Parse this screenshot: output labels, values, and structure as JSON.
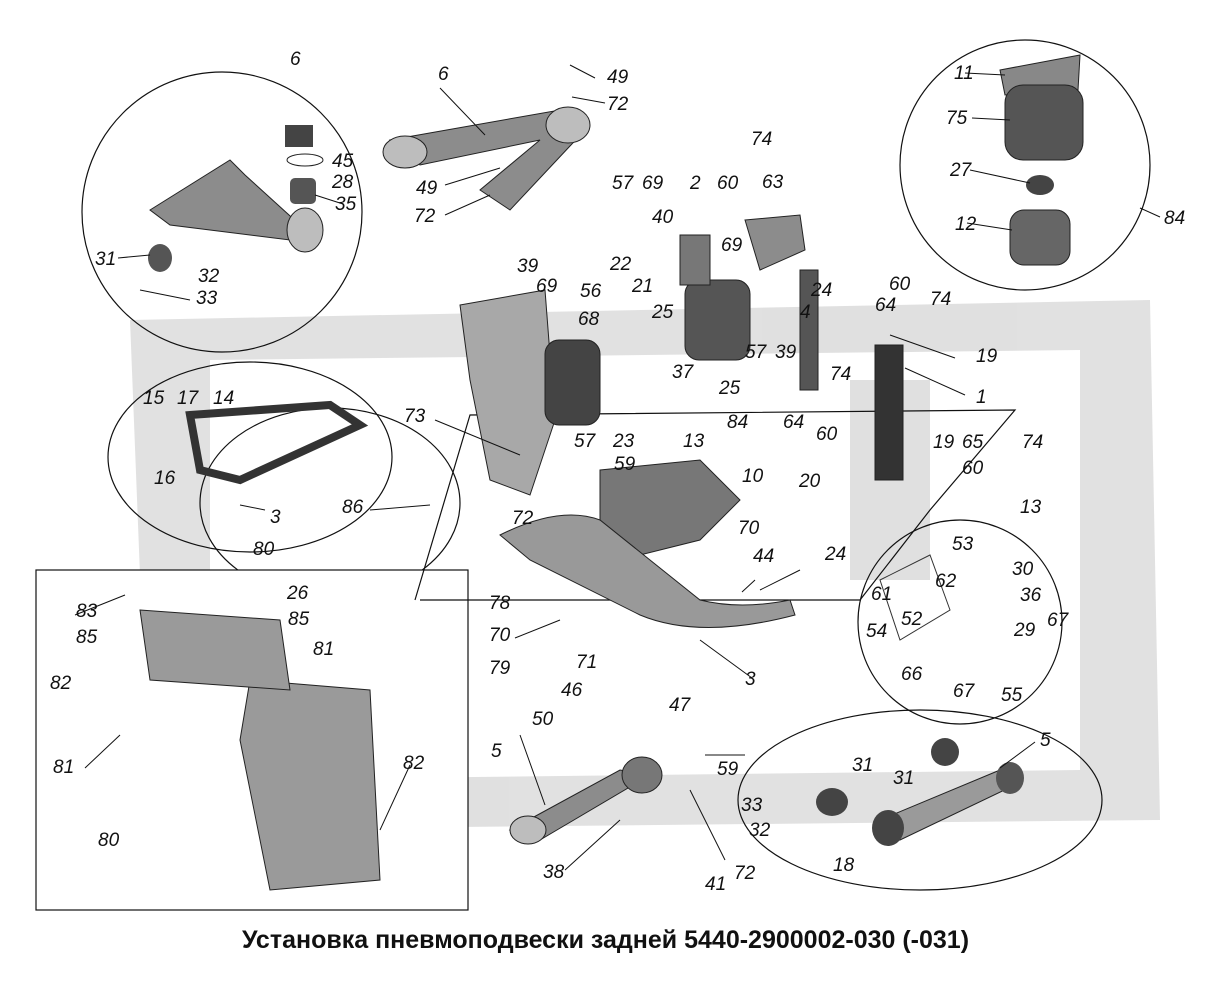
{
  "caption": "Установка пневмоподвески задней 5440-2900002-030 (-031)",
  "colors": {
    "watermark": "#c8c8c8",
    "part_dark": "#2b2b2b",
    "part_mid": "#777777",
    "part_light": "#bdbdbd",
    "line": "#111111"
  },
  "labels": [
    "1",
    "2",
    "3",
    "4",
    "5",
    "6",
    "10",
    "11",
    "12",
    "13",
    "14",
    "15",
    "16",
    "17",
    "18",
    "19",
    "20",
    "21",
    "22",
    "23",
    "24",
    "25",
    "26",
    "27",
    "28",
    "29",
    "30",
    "31",
    "32",
    "33",
    "35",
    "36",
    "37",
    "38",
    "39",
    "40",
    "41",
    "44",
    "45",
    "46",
    "47",
    "49",
    "50",
    "52",
    "53",
    "54",
    "55",
    "56",
    "57",
    "59",
    "60",
    "61",
    "62",
    "63",
    "64",
    "65",
    "66",
    "67",
    "68",
    "69",
    "70",
    "71",
    "72",
    "73",
    "74",
    "75",
    "78",
    "79",
    "80",
    "81",
    "82",
    "83",
    "84",
    "85",
    "86"
  ]
}
